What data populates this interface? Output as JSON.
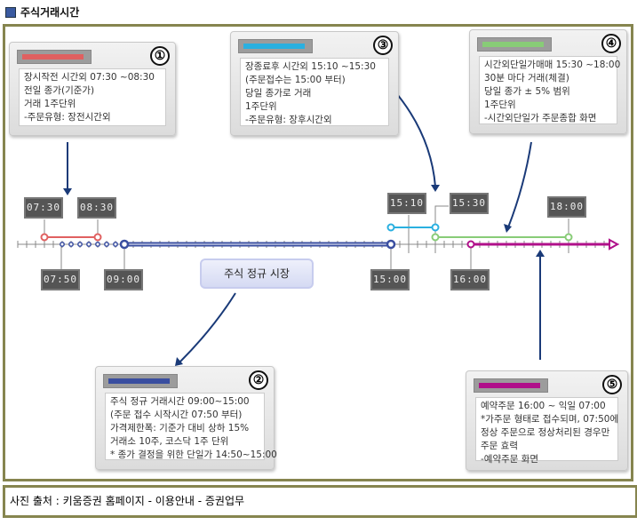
{
  "title": "주식거래시간",
  "caption": "사진 출처 : 키움증권 홈페이지 - 이용안내 - 증권업무",
  "market_label": "주식 정규 시장",
  "time_labels": {
    "t0730": "07:30",
    "t0830": "08:30",
    "t0750": "07:50",
    "t0900": "09:00",
    "t1500": "15:00",
    "t1510": "15:10",
    "t1530": "15:30",
    "t1600": "16:00",
    "t1800": "18:00"
  },
  "colors": {
    "pre": "#e06060",
    "regular": "#3a4ea0",
    "post": "#2ab0e0",
    "single": "#88cc77",
    "reserve": "#b0108a"
  },
  "callouts": [
    {
      "num": "①",
      "text": "장시작전 시간외 07:30 ~08:30\n전일 종가(기준가)\n거래 1주단위\n-주문유형: 장전시간외"
    },
    {
      "num": "②",
      "text": "주식 정규 거래시간 09:00~15:00\n(주문 접수 시작시간 07:50 부터)\n가격제한폭: 기준가 대비 상하 15%\n거래소 10주, 코스닥 1주 단위\n* 종가 결정을 위한 단일가 14:50~15:00"
    },
    {
      "num": "③",
      "text": "장종료후 시간외 15:10 ~15:30\n(주문접수는 15:00 부터)\n당일 종가로 거래\n1주단위\n-주문유형: 장후시간외"
    },
    {
      "num": "④",
      "text": "시간외단일가매매 15:30 ~18:00\n30분 마다 거래(체결)\n당일 종가 ± 5% 범위\n1주단위\n-시간외단일가 주문종합 화면"
    },
    {
      "num": "⑤",
      "text": "예약주문 16:00 ~ 익일 07:00\n*가주문 형태로 접수되며, 07:50에\n정상 주문으로 정상처리된 경우만\n주문 효력\n-예약주문 화면"
    }
  ]
}
